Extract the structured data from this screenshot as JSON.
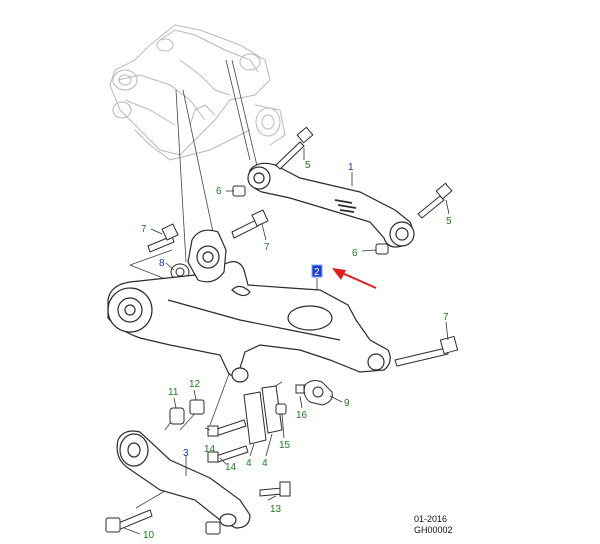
{
  "colors": {
    "callout_green": "#1f7a1f",
    "callout_blue": "#1a2fb0",
    "highlight_bg": "#1a3fd0",
    "arrow_red": "#e21b1b",
    "ghost_line": "#b8b8b8",
    "part_line": "#2b2b2b"
  },
  "callouts": [
    {
      "id": "c1",
      "label": "1",
      "color": "blue"
    },
    {
      "id": "c2",
      "label": "2",
      "color": "highlight"
    },
    {
      "id": "c3",
      "label": "3",
      "color": "blue"
    },
    {
      "id": "c4a",
      "label": "4",
      "color": "green"
    },
    {
      "id": "c4b",
      "label": "4",
      "color": "green"
    },
    {
      "id": "c5a",
      "label": "5",
      "color": "green"
    },
    {
      "id": "c5b",
      "label": "5",
      "color": "green"
    },
    {
      "id": "c6a",
      "label": "6",
      "color": "green"
    },
    {
      "id": "c6b",
      "label": "6",
      "color": "green"
    },
    {
      "id": "c7a",
      "label": "7",
      "color": "green"
    },
    {
      "id": "c7b",
      "label": "7",
      "color": "green"
    },
    {
      "id": "c7c",
      "label": "7",
      "color": "green"
    },
    {
      "id": "c8",
      "label": "8",
      "color": "blue"
    },
    {
      "id": "c9",
      "label": "9",
      "color": "green"
    },
    {
      "id": "c10",
      "label": "10",
      "color": "green"
    },
    {
      "id": "c11",
      "label": "11",
      "color": "green"
    },
    {
      "id": "c12",
      "label": "12",
      "color": "green"
    },
    {
      "id": "c13",
      "label": "13",
      "color": "green"
    },
    {
      "id": "c14a",
      "label": "14",
      "color": "green"
    },
    {
      "id": "c14b",
      "label": "14",
      "color": "green"
    },
    {
      "id": "c15",
      "label": "15",
      "color": "green"
    },
    {
      "id": "c16",
      "label": "16",
      "color": "green"
    }
  ],
  "footer": {
    "date": "01-2016",
    "code": "GH00002"
  }
}
